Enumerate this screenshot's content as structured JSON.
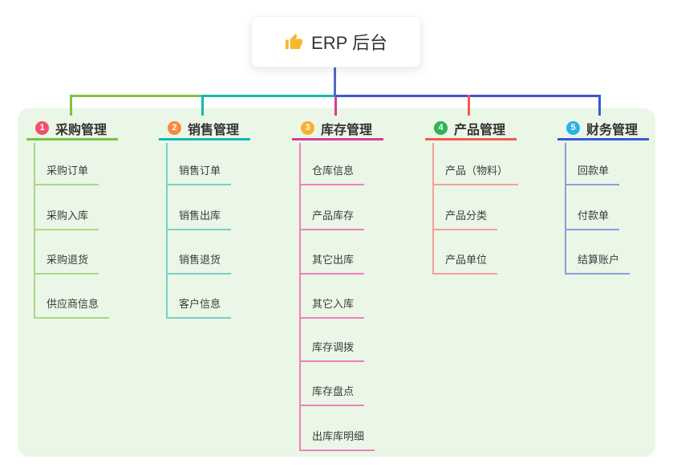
{
  "root": {
    "icon": "thumbs-up",
    "label": "ERP 后台"
  },
  "theme": {
    "panel_bg": "#eaf6e6",
    "stem_color": "#5568c8",
    "text_color": "#333333",
    "icon_color": "#f5b82e"
  },
  "branches": [
    {
      "badge": "1",
      "label": "采购管理",
      "badge_color": "#f2506c",
      "line_color": "#7dc242",
      "child_line_color": "#a8d886",
      "children": [
        "采购订单",
        "采购入库",
        "采购退货",
        "供应商信息"
      ]
    },
    {
      "badge": "2",
      "label": "销售管理",
      "badge_color": "#f9883f",
      "line_color": "#14b8b1",
      "child_line_color": "#77d1ca",
      "children": [
        "销售订单",
        "销售出库",
        "销售退货",
        "客户信息"
      ]
    },
    {
      "badge": "3",
      "label": "库存管理",
      "badge_color": "#fcae2f",
      "line_color": "#d63c99",
      "child_line_color": "#ef7fc0",
      "children": [
        "仓库信息",
        "产品库存",
        "其它出库",
        "其它入库",
        "库存调拨",
        "库存盘点",
        "出库库明细"
      ]
    },
    {
      "badge": "4",
      "label": "产品管理",
      "badge_color": "#2db356",
      "line_color": "#f55953",
      "child_line_color": "#f8a09a",
      "children": [
        "产品（物料）",
        "产品分类",
        "产品单位"
      ]
    },
    {
      "badge": "5",
      "label": "财务管理",
      "badge_color": "#2cb0e9",
      "line_color": "#3a57d7",
      "child_line_color": "#8b9ede",
      "children": [
        "回款单",
        "付款单",
        "结算账户"
      ]
    }
  ]
}
